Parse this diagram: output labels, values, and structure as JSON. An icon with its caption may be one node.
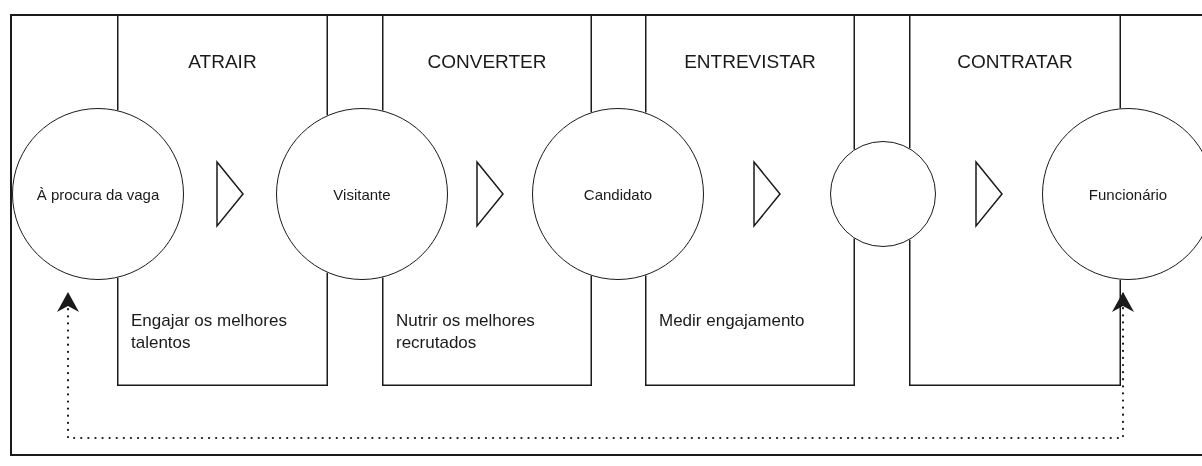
{
  "diagram": {
    "nodes": [
      {
        "text": [
          "ATRAIR",
          "Engajar os melhores talentos"
        ]
      },
      {
        "text": [
          "CONVERTER",
          "Nutrir os melhores recrutados"
        ]
      },
      {
        "text": [
          "ENTREVISTAR",
          "Medir engajamento"
        ]
      },
      {
        "text": [
          "CONTRATAR"
        ]
      },
      {
        "text": [
          "À procura da vaga"
        ]
      },
      {
        "text": [
          "Visitante"
        ]
      },
      {
        "text": [
          "Candidato"
        ]
      },
      {
        "text": [],
        "shape": "circle"
      },
      {
        "text": [
          "Funcionário"
        ]
      }
    ],
    "edges": [
      {
        "from": 4,
        "to": 5,
        "arrow": "to"
      },
      {
        "from": 5,
        "to": 6,
        "arrow": "to"
      },
      {
        "from": 6,
        "to": 7,
        "arrow": "to"
      },
      {
        "from": 7,
        "to": 8,
        "arrow": "to"
      },
      {
        "from": 8,
        "to": 4,
        "arrow": "both",
        "style": "dashed"
      }
    ]
  }
}
